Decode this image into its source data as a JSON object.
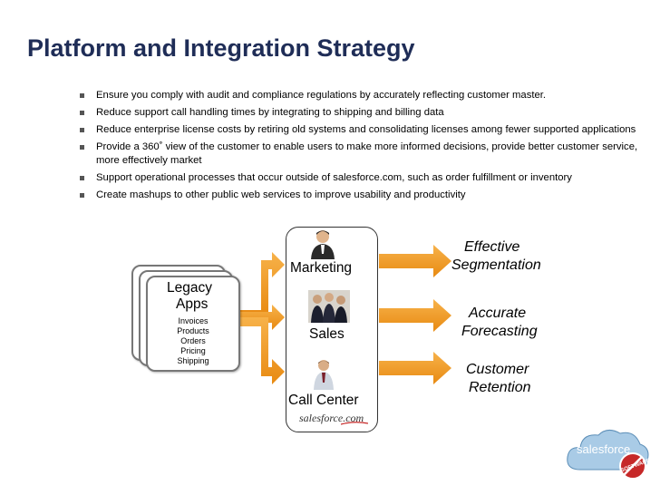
{
  "slide": {
    "title": "Platform and Integration Strategy",
    "bullets": [
      "Ensure you comply with audit and compliance regulations by accurately reflecting customer master.",
      "Reduce support call handling times by integrating to shipping and billing data",
      "Reduce enterprise license costs by retiring old systems and consolidating licenses among fewer supported applications",
      "Provide a 360˚ view of the customer to enable users to make more informed decisions, provide better customer service, more effectively market",
      "Support operational processes that occur outside of salesforce.com, such as order fulfillment or inventory",
      "Create mashups to other public web services to improve usability and productivity"
    ]
  },
  "legacy": {
    "title_line1": "Legacy",
    "title_line2": "Apps",
    "items": [
      "Invoices",
      "Products",
      "Orders",
      "Pricing",
      "Shipping"
    ]
  },
  "center": {
    "roles": [
      "Marketing",
      "Sales",
      "Call Center"
    ],
    "logo": "salesforce.com"
  },
  "outcomes": [
    {
      "line1": "Effective",
      "line2": "Segmentation"
    },
    {
      "line1": "Accurate",
      "line2": "Forecasting"
    },
    {
      "line1": "Customer",
      "line2": "Retention"
    }
  ],
  "corner_logo": {
    "text": "salesforce",
    "stamp": "SOFTWARE"
  },
  "colors": {
    "title": "#1f2d57",
    "arrow": "#f39a1e",
    "cloud": "#a9cbe6"
  }
}
